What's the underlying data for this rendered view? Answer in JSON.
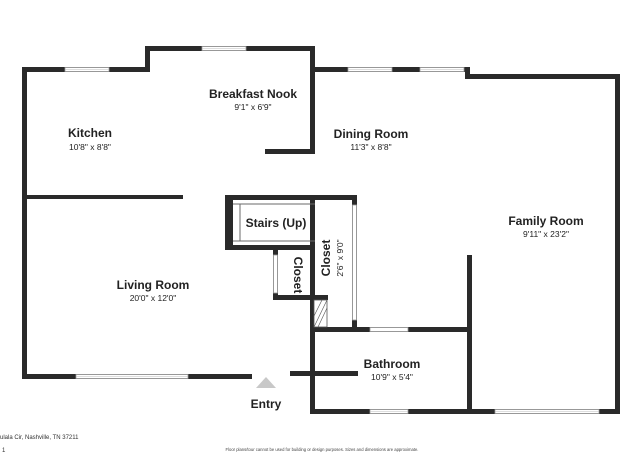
{
  "rooms": {
    "kitchen": {
      "name": "Kitchen",
      "dims": "10'8\" x 8'8\""
    },
    "breakfast_nook": {
      "name": "Breakfast Nook",
      "dims": "9'1\" x 6'9\""
    },
    "dining_room": {
      "name": "Dining Room",
      "dims": "11'3\" x 8'8\""
    },
    "family_room": {
      "name": "Family Room",
      "dims": "9'11\" x 23'2\""
    },
    "stairs": {
      "name": "Stairs (Up)"
    },
    "closet_1": {
      "name": "Closet"
    },
    "closet_2": {
      "name": "Closet",
      "dims": "2'6\" x 9'0\""
    },
    "living_room": {
      "name": "Living Room",
      "dims": "20'0\" x 12'0\""
    },
    "bathroom": {
      "name": "Bathroom",
      "dims": "10'9\" x 5'4\""
    }
  },
  "entry_label": "Entry",
  "address": "ulala Cir, Nashville, TN 37211",
  "page_number": "1",
  "disclaimer": "Floor plans/tour cannot be used for building or design purposes. Sizes and dimensions are approximate."
}
